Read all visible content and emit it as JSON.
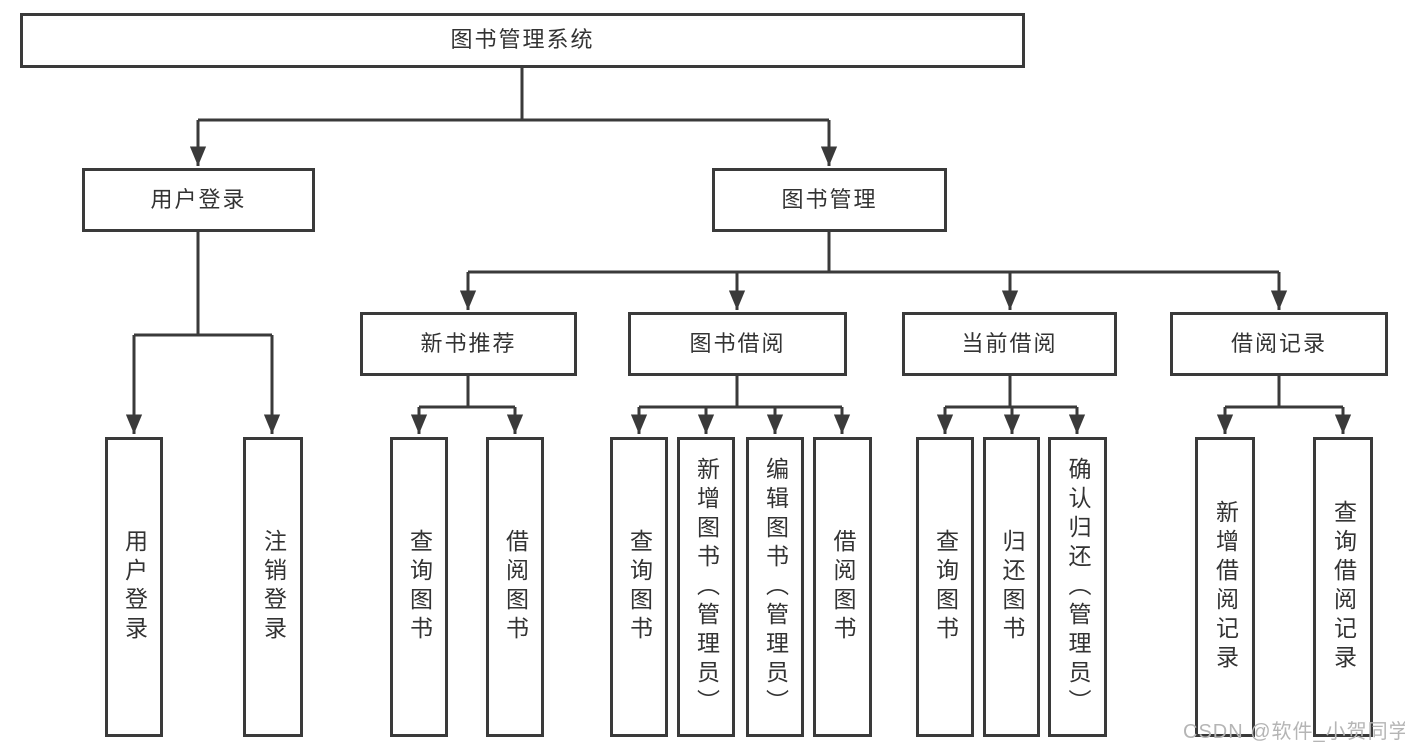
{
  "diagram": {
    "title": "图书管理系统",
    "root": {
      "label": "图书管理系统"
    },
    "level2": [
      {
        "label": "用户登录"
      },
      {
        "label": "图书管理"
      }
    ],
    "level3": [
      {
        "label": "新书推荐",
        "parent": "图书管理"
      },
      {
        "label": "图书借阅",
        "parent": "图书管理"
      },
      {
        "label": "当前借阅",
        "parent": "图书管理"
      },
      {
        "label": "借阅记录",
        "parent": "图书管理"
      }
    ],
    "leaves": [
      {
        "label": "用户登录",
        "parent": "用户登录"
      },
      {
        "label": "注销登录",
        "parent": "用户登录"
      },
      {
        "label": "查询图书",
        "parent": "新书推荐"
      },
      {
        "label": "借阅图书",
        "parent": "新书推荐"
      },
      {
        "label": "查询图书",
        "parent": "图书借阅"
      },
      {
        "label": "新增图书（管理员）",
        "parent": "图书借阅"
      },
      {
        "label": "编辑图书（管理员）",
        "parent": "图书借阅"
      },
      {
        "label": "借阅图书",
        "parent": "图书借阅"
      },
      {
        "label": "查询图书",
        "parent": "当前借阅"
      },
      {
        "label": "归还图书",
        "parent": "当前借阅"
      },
      {
        "label": "确认归还（管理员）",
        "parent": "当前借阅"
      },
      {
        "label": "新增借阅记录",
        "parent": "借阅记录"
      },
      {
        "label": "查询借阅记录",
        "parent": "借阅记录"
      }
    ]
  },
  "watermark": {
    "text": "CSDN @软件_小贺同学"
  },
  "colors": {
    "line": "#3a3a3a",
    "text": "#333333",
    "background": "#ffffff",
    "watermark": "#b5b5b5"
  }
}
